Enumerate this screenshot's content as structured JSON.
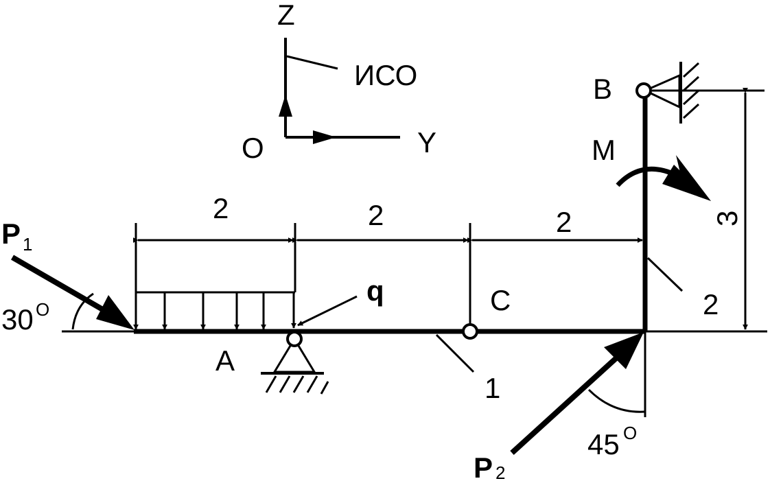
{
  "axes": {
    "z_label": "Z",
    "y_label": "Y",
    "origin_label": "O",
    "frame_label": "ИСО"
  },
  "points": {
    "a": "A",
    "b": "B",
    "c": "C"
  },
  "loads": {
    "p1": {
      "letter": "P",
      "subscript": "1"
    },
    "p2": {
      "letter": "P",
      "subscript": "2"
    },
    "q": "q",
    "m": "M"
  },
  "angles": {
    "p1_angle": "30",
    "p2_angle": "45",
    "degree_mark": "O"
  },
  "dimensions": {
    "d1": "2",
    "d2": "2",
    "d3": "2",
    "height": "3"
  },
  "parts": {
    "part1": "1",
    "part2": "2"
  }
}
